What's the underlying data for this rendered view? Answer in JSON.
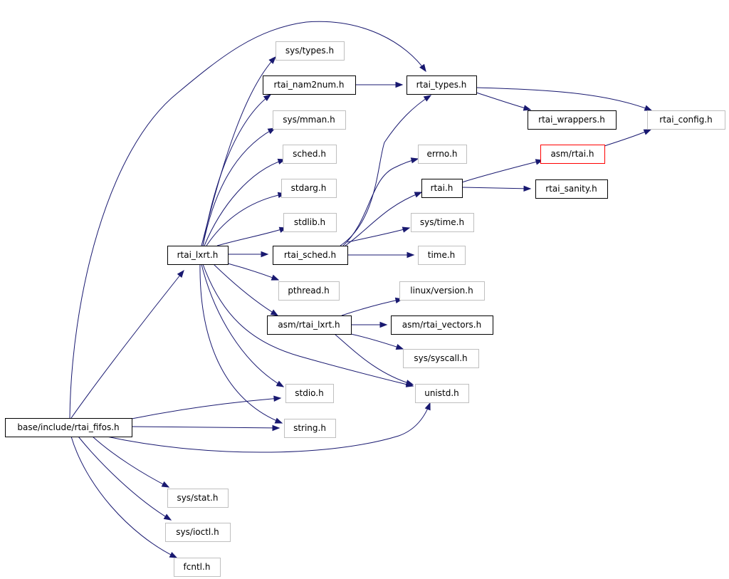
{
  "colors": {
    "edge": "#191970",
    "root_fill": "#bfbfbf",
    "border_documented": "#000000",
    "border_undocumented": "#bfbfbf",
    "border_truncated": "#ff0000"
  },
  "nodes": {
    "rtai_fifos": {
      "label": "base/include/rtai_fifos.h",
      "kind": "root"
    },
    "rtai_lxrt": {
      "label": "rtai_lxrt.h",
      "kind": "documented"
    },
    "sys_types": {
      "label": "sys/types.h",
      "kind": "undocumented"
    },
    "rtai_nam2num": {
      "label": "rtai_nam2num.h",
      "kind": "documented"
    },
    "rtai_types": {
      "label": "rtai_types.h",
      "kind": "documented"
    },
    "rtai_wrappers": {
      "label": "rtai_wrappers.h",
      "kind": "documented"
    },
    "rtai_config": {
      "label": "rtai_config.h",
      "kind": "undocumented"
    },
    "sys_mman": {
      "label": "sys/mman.h",
      "kind": "undocumented"
    },
    "sched": {
      "label": "sched.h",
      "kind": "undocumented"
    },
    "errno": {
      "label": "errno.h",
      "kind": "undocumented"
    },
    "asm_rtai": {
      "label": "asm/rtai.h",
      "kind": "truncated"
    },
    "stdarg": {
      "label": "stdarg.h",
      "kind": "undocumented"
    },
    "rtai": {
      "label": "rtai.h",
      "kind": "documented"
    },
    "rtai_sanity": {
      "label": "rtai_sanity.h",
      "kind": "documented"
    },
    "stdlib": {
      "label": "stdlib.h",
      "kind": "undocumented"
    },
    "sys_time": {
      "label": "sys/time.h",
      "kind": "undocumented"
    },
    "rtai_sched": {
      "label": "rtai_sched.h",
      "kind": "documented"
    },
    "time": {
      "label": "time.h",
      "kind": "undocumented"
    },
    "pthread": {
      "label": "pthread.h",
      "kind": "undocumented"
    },
    "linux_version": {
      "label": "linux/version.h",
      "kind": "undocumented"
    },
    "asm_rtai_lxrt": {
      "label": "asm/rtai_lxrt.h",
      "kind": "documented"
    },
    "asm_rtai_vectors": {
      "label": "asm/rtai_vectors.h",
      "kind": "documented"
    },
    "sys_syscall": {
      "label": "sys/syscall.h",
      "kind": "undocumented"
    },
    "unistd": {
      "label": "unistd.h",
      "kind": "undocumented"
    },
    "stdio": {
      "label": "stdio.h",
      "kind": "undocumented"
    },
    "string": {
      "label": "string.h",
      "kind": "undocumented"
    },
    "sys_stat": {
      "label": "sys/stat.h",
      "kind": "undocumented"
    },
    "sys_ioctl": {
      "label": "sys/ioctl.h",
      "kind": "undocumented"
    },
    "fcntl": {
      "label": "fcntl.h",
      "kind": "undocumented"
    }
  },
  "edges": [
    [
      "rtai_fifos",
      "rtai_lxrt"
    ],
    [
      "rtai_fifos",
      "rtai_types"
    ],
    [
      "rtai_fifos",
      "stdio"
    ],
    [
      "rtai_fifos",
      "string"
    ],
    [
      "rtai_fifos",
      "unistd"
    ],
    [
      "rtai_fifos",
      "sys_stat"
    ],
    [
      "rtai_fifos",
      "sys_ioctl"
    ],
    [
      "rtai_fifos",
      "fcntl"
    ],
    [
      "rtai_lxrt",
      "sys_types"
    ],
    [
      "rtai_lxrt",
      "rtai_nam2num"
    ],
    [
      "rtai_lxrt",
      "sys_mman"
    ],
    [
      "rtai_lxrt",
      "sched"
    ],
    [
      "rtai_lxrt",
      "stdarg"
    ],
    [
      "rtai_lxrt",
      "stdlib"
    ],
    [
      "rtai_lxrt",
      "rtai_sched"
    ],
    [
      "rtai_lxrt",
      "pthread"
    ],
    [
      "rtai_lxrt",
      "asm_rtai_lxrt"
    ],
    [
      "rtai_lxrt",
      "unistd"
    ],
    [
      "rtai_lxrt",
      "stdio"
    ],
    [
      "rtai_lxrt",
      "string"
    ],
    [
      "rtai_nam2num",
      "rtai_types"
    ],
    [
      "rtai_types",
      "rtai_wrappers"
    ],
    [
      "rtai_types",
      "rtai_config"
    ],
    [
      "rtai_sched",
      "rtai_types"
    ],
    [
      "rtai_sched",
      "errno"
    ],
    [
      "rtai_sched",
      "rtai"
    ],
    [
      "rtai_sched",
      "sys_time"
    ],
    [
      "rtai_sched",
      "time"
    ],
    [
      "rtai",
      "asm_rtai"
    ],
    [
      "rtai",
      "rtai_sanity"
    ],
    [
      "asm_rtai",
      "rtai_config"
    ],
    [
      "asm_rtai_lxrt",
      "linux_version"
    ],
    [
      "asm_rtai_lxrt",
      "asm_rtai_vectors"
    ],
    [
      "asm_rtai_lxrt",
      "sys_syscall"
    ],
    [
      "asm_rtai_lxrt",
      "unistd"
    ]
  ]
}
